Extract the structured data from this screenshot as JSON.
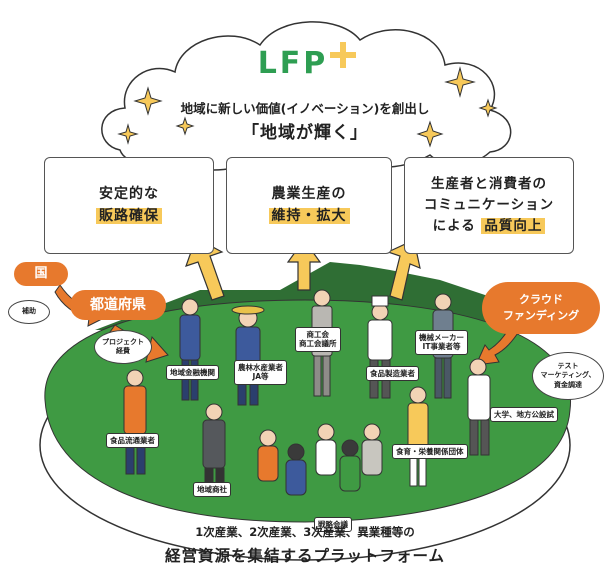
{
  "logo": {
    "text": "LFP"
  },
  "cloud": {
    "line1": "地域に新しい価値(イノベーション)を創出し",
    "line2": "「地域が輝く」"
  },
  "goals": [
    {
      "line1": "安定的な",
      "highlight": "販路確保"
    },
    {
      "line1": "農業生産の",
      "highlight": "維持・拡大"
    },
    {
      "line1": "生産者と消費者の",
      "line2": "コミュニケーション",
      "line3_pre": "による",
      "highlight": "品質向上"
    }
  ],
  "left_funding": {
    "country": "国",
    "subsidy": "補助",
    "prefecture": "都道府県",
    "project_line1": "プロジェクト",
    "project_line2": "経費"
  },
  "right_funding": {
    "line1": "クラウド",
    "line2": "ファンディング",
    "test_line1": "テスト",
    "test_line2": "マーケティング、",
    "test_line3": "資金調達"
  },
  "actors": {
    "finance": "地域金融機関",
    "agri_line1": "農林水産業者",
    "agri_line2": "JA等",
    "commerce_line1": "商工会",
    "commerce_line2": "商工会議所",
    "food_mfg": "食品製造業者",
    "machine_line1": "機械メーカー",
    "machine_line2": "IT事業者等",
    "univ": "大学、地方公設試",
    "distribution": "食品流通業者",
    "trading": "地域商社",
    "nutrition": "食育・栄養関係団体",
    "meeting": "戦略会議"
  },
  "platform": {
    "line1": "1次産業、2次産業、3次産業、異業種等の",
    "line2": "経営資源を集結するプラットフォーム"
  },
  "colors": {
    "accent_yellow": "#f7c95a",
    "orange": "#e7792d",
    "green": "#3f9a43",
    "logo_green": "#2e9e52"
  }
}
